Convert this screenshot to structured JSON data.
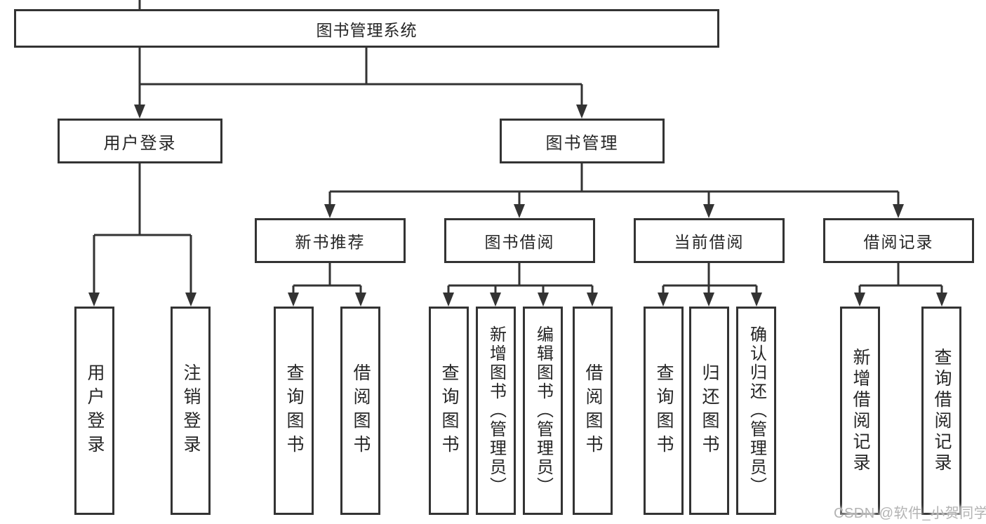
{
  "diagram": {
    "title": "图书管理系统",
    "level2": {
      "user_login": "用户登录",
      "book_mgmt": "图书管理"
    },
    "level3": {
      "new_book": "新书推荐",
      "book_borrow": "图书借阅",
      "current_borrow": "当前借阅",
      "borrow_record": "借阅记录"
    },
    "leaves": {
      "user_login": "用户登录",
      "logout": "注销登录",
      "nb_query_books": "查询图书",
      "nb_borrow_books": "借阅图书",
      "bb_query_books": "查询图书",
      "bb_add_books_admin": "新增图书（管理员）",
      "bb_edit_books_admin": "编辑图书（管理员）",
      "bb_borrow_books": "借阅图书",
      "cb_query_books": "查询图书",
      "cb_return_books": "归还图书",
      "cb_confirm_return_admin": "确认归还（管理员）",
      "br_add_record": "新增借阅记录",
      "br_query_record": "查询借阅记录"
    }
  },
  "colors": {
    "line": "#333333",
    "text": "#262626",
    "watermark": "#b3b3b3",
    "background": "#ffffff"
  },
  "watermark": "CSDN @软件_小贺同学"
}
